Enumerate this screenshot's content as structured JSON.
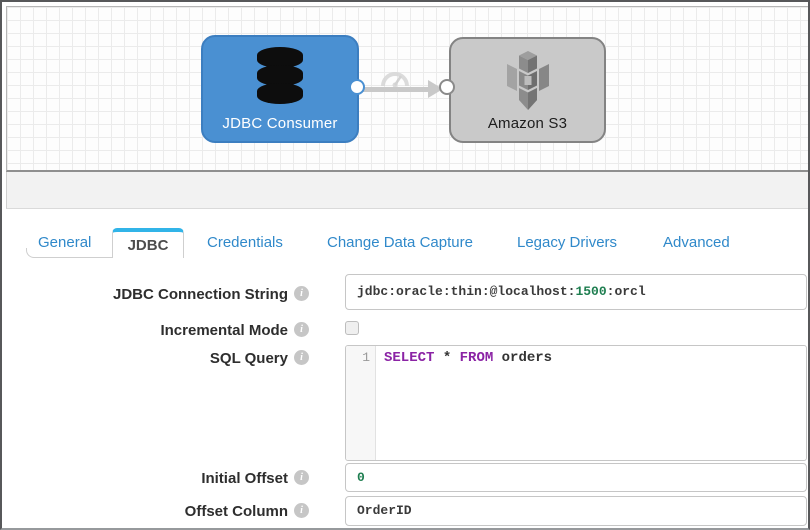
{
  "canvas": {
    "source_node": {
      "label": "JDBC Consumer",
      "icon": "database-icon"
    },
    "target_node": {
      "label": "Amazon S3",
      "icon": "s3-bucket-icon"
    }
  },
  "tabs": [
    {
      "label": "General",
      "active": false
    },
    {
      "label": "JDBC",
      "active": true
    },
    {
      "label": "Credentials",
      "active": false
    },
    {
      "label": "Change Data Capture",
      "active": false
    },
    {
      "label": "Legacy Drivers",
      "active": false
    },
    {
      "label": "Advanced",
      "active": false
    }
  ],
  "form": {
    "jdbc_connection_string": {
      "label": "JDBC Connection String",
      "value": "jdbc:oracle:thin:@localhost:1500:orcl",
      "value_prefix": "jdbc:oracle:thin:@localhost:",
      "value_port": "1500",
      "value_suffix": ":orcl"
    },
    "incremental_mode": {
      "label": "Incremental Mode",
      "checked": false
    },
    "sql_query": {
      "label": "SQL Query",
      "line_number": "1",
      "value": "SELECT * FROM orders",
      "keyword_select": "SELECT",
      "middle": " * ",
      "keyword_from": "FROM",
      "table_name": " orders"
    },
    "initial_offset": {
      "label": "Initial Offset",
      "value": "0"
    },
    "offset_column": {
      "label": "Offset Column",
      "value": "OrderID"
    }
  },
  "colors": {
    "source_node_fill": "#4a90d2",
    "target_node_fill": "#c9c9c9",
    "tab_active_bar": "#31b4e8",
    "tab_link": "#3089ca",
    "code_keyword": "#8b23a5",
    "code_number": "#1e7e50"
  }
}
